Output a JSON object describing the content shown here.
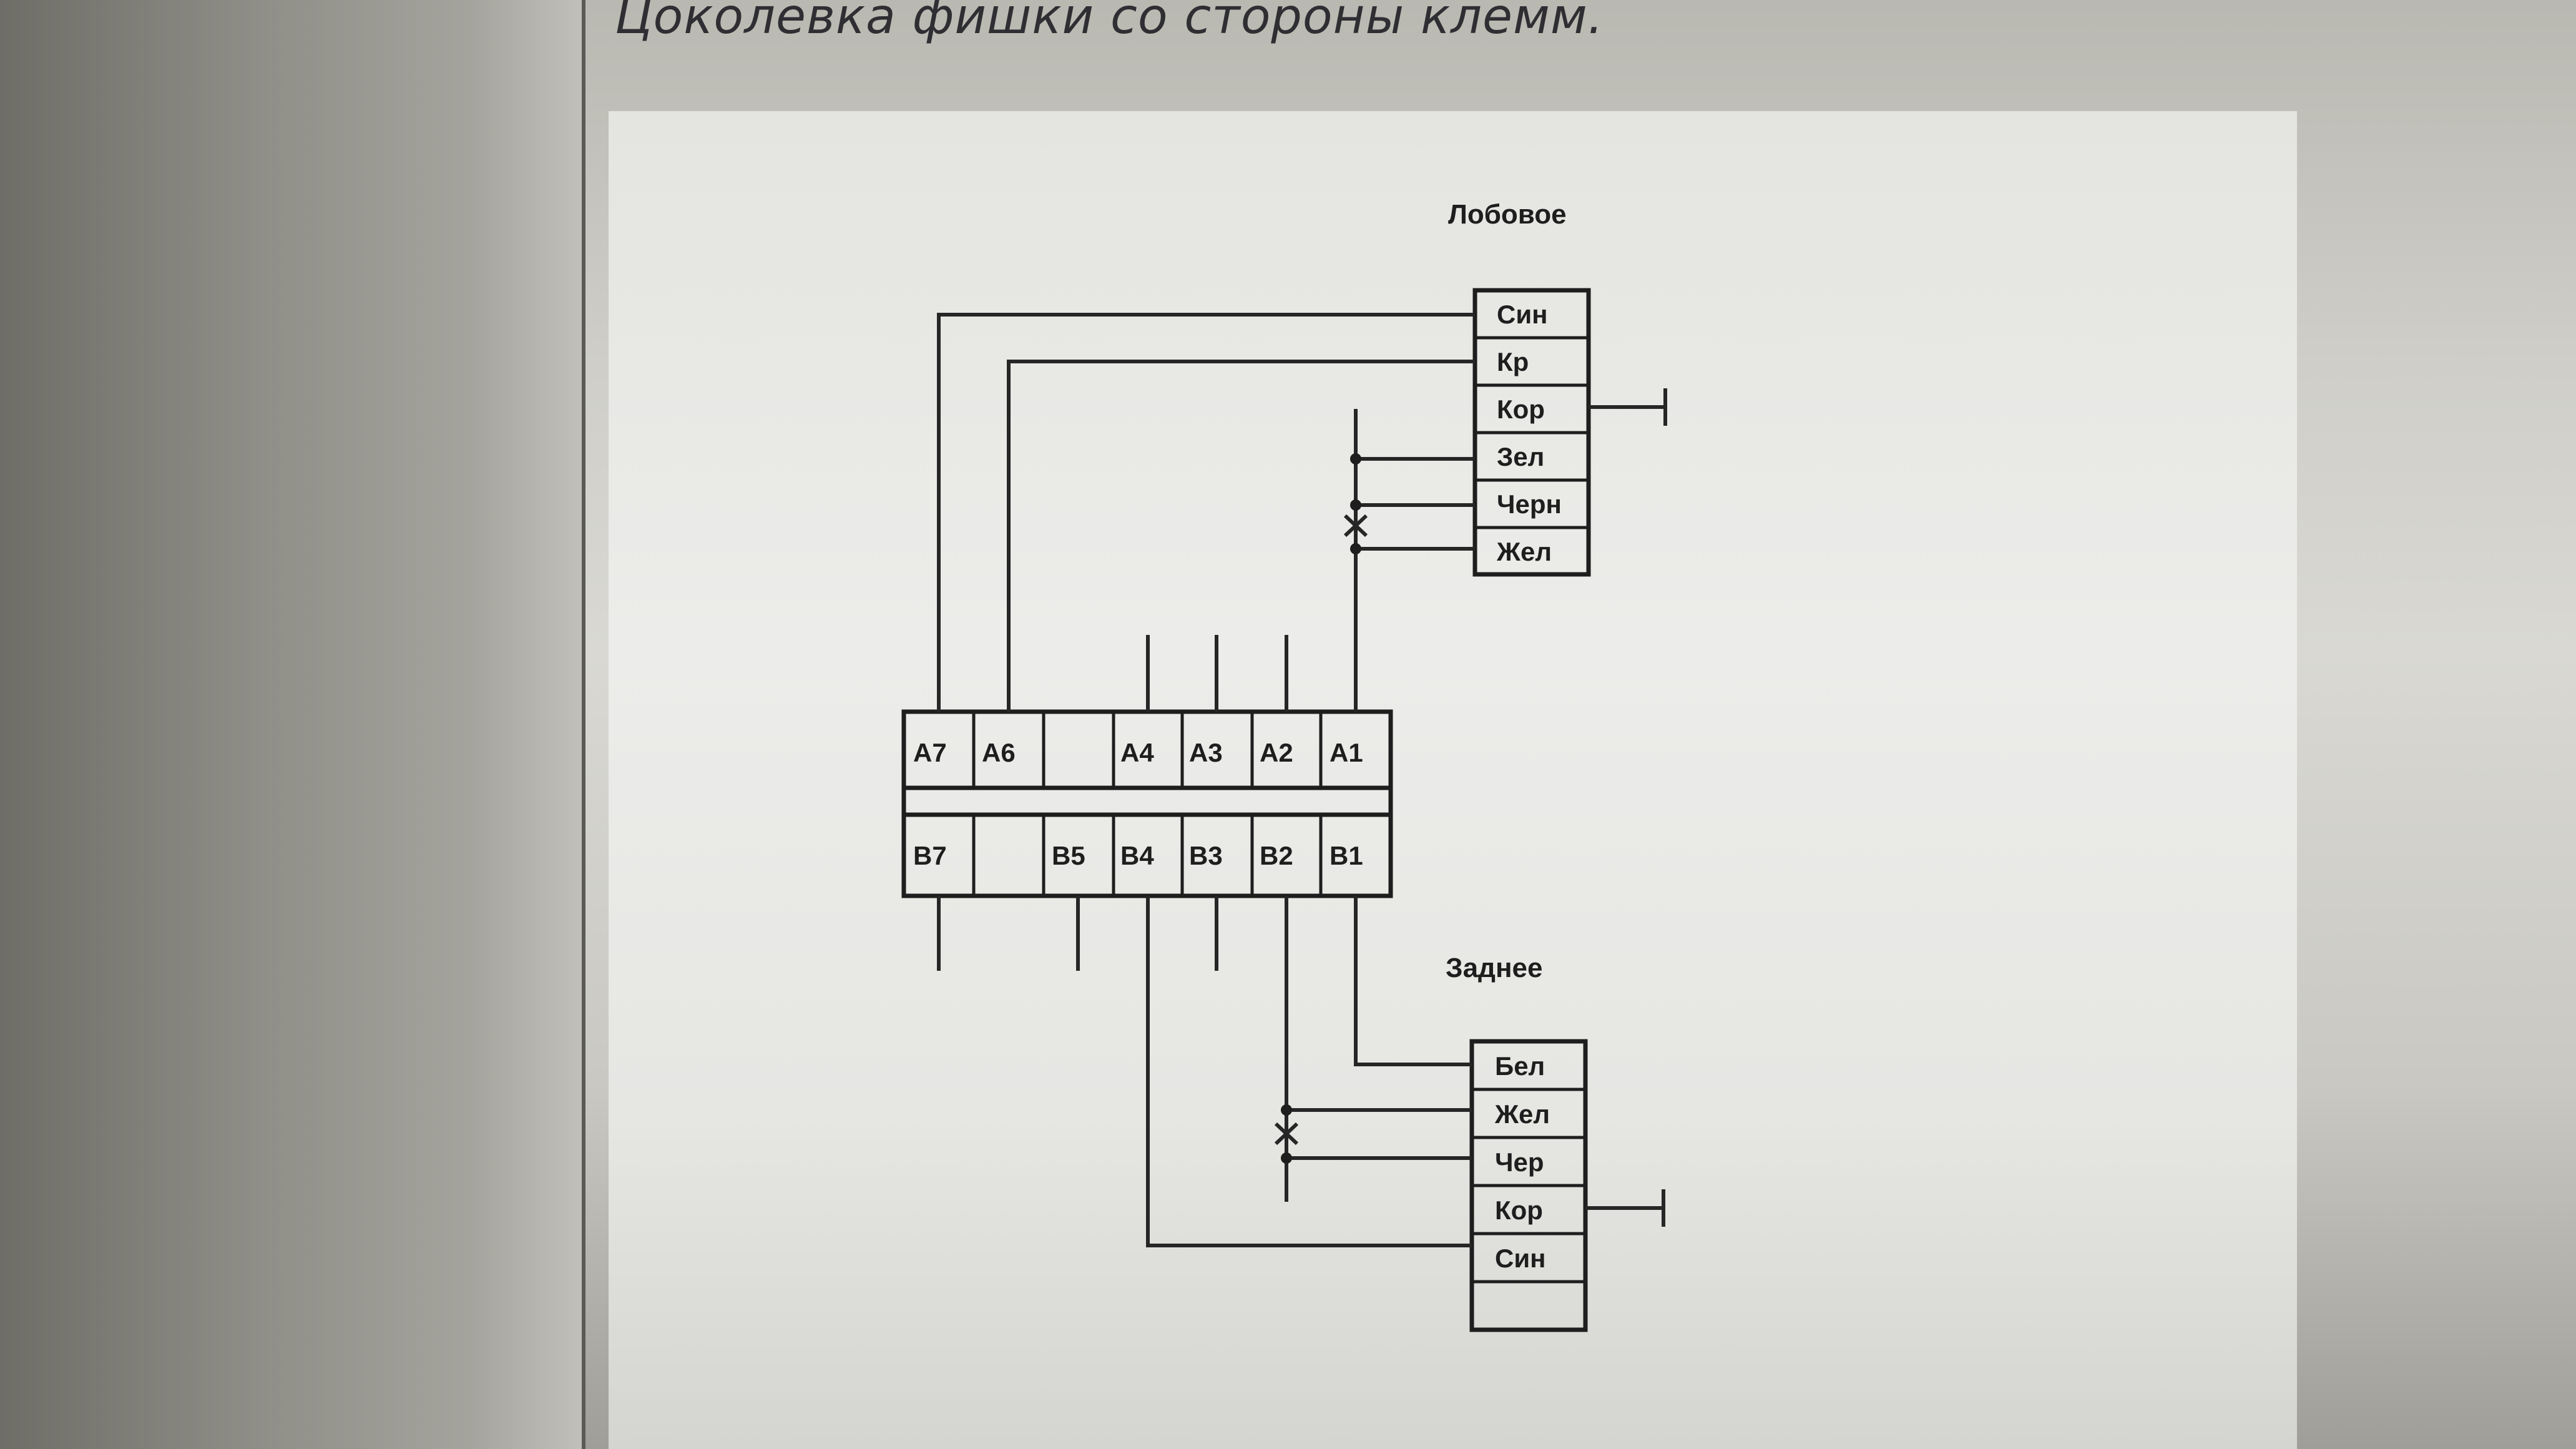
{
  "page": {
    "heading": "Цоколевка фишки со стороны клемм."
  },
  "diagram": {
    "front_label": "Лобовое",
    "rear_label": "Заднее",
    "front_pins": [
      "Син",
      "Кр",
      "Кор",
      "Зел",
      "Черн",
      "Жел"
    ],
    "rear_pins": [
      "Бел",
      "Жел",
      "Чер",
      "Кор",
      "Син",
      ""
    ],
    "row_a": [
      "A7",
      "A6",
      "",
      "A4",
      "A3",
      "A2",
      "A1"
    ],
    "row_b": [
      "B7",
      "",
      "B5",
      "B4",
      "B3",
      "B2",
      "B1"
    ]
  },
  "icons": {
    "ground": "ground-symbol",
    "crossing": "wire-crossing-mark"
  }
}
